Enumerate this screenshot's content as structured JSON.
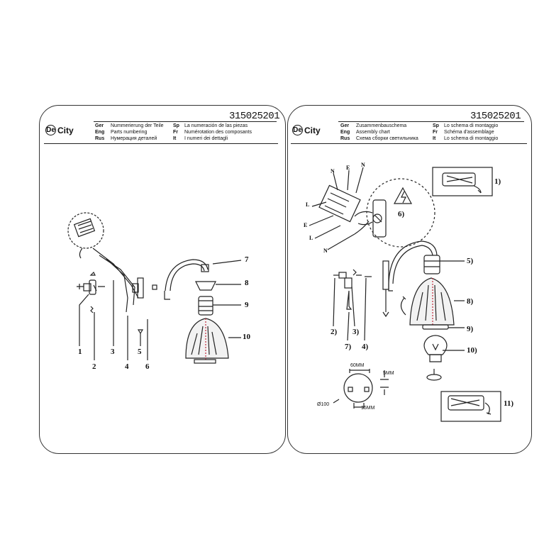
{
  "left_sheet": {
    "brand": "City",
    "brand_mark": "De",
    "code": "315025201",
    "header_left": [
      {
        "lang": "Ger",
        "text": "Nummerierung der Teile"
      },
      {
        "lang": "Eng",
        "text": "Parts numbering"
      },
      {
        "lang": "Rus",
        "text": "Нумерация деталей"
      }
    ],
    "header_right": [
      {
        "lang": "Sp",
        "text": "La numeración de las piezas"
      },
      {
        "lang": "Fr",
        "text": "Numérotation des composants"
      },
      {
        "lang": "It",
        "text": "I numeri dei dettagli"
      }
    ],
    "part_numbers": [
      "1",
      "2",
      "3",
      "4",
      "5",
      "6",
      "7",
      "8",
      "9",
      "10"
    ]
  },
  "right_sheet": {
    "brand": "City",
    "brand_mark": "De",
    "code": "315025201",
    "header_left": [
      {
        "lang": "Ger",
        "text": "Zusammenbauschema"
      },
      {
        "lang": "Eng",
        "text": "Assembly chart"
      },
      {
        "lang": "Rus",
        "text": "Схема сборки светильника"
      }
    ],
    "header_right": [
      {
        "lang": "Sp",
        "text": "Lo schema di montaggio"
      },
      {
        "lang": "Fr",
        "text": "Schéma d'assemblage"
      },
      {
        "lang": "It",
        "text": "Lo schema di montaggio"
      }
    ],
    "steps": [
      "1)",
      "2)",
      "3)",
      "4)",
      "5)",
      "6)",
      "7)",
      "8)",
      "9)",
      "10)",
      "11)"
    ],
    "wire_labels": [
      "N",
      "E",
      "N",
      "L",
      "E",
      "L",
      "N"
    ],
    "dimensions": {
      "width": "60MM",
      "offset": "5MM",
      "depth": "15MM",
      "diameter": "Ø100"
    }
  }
}
